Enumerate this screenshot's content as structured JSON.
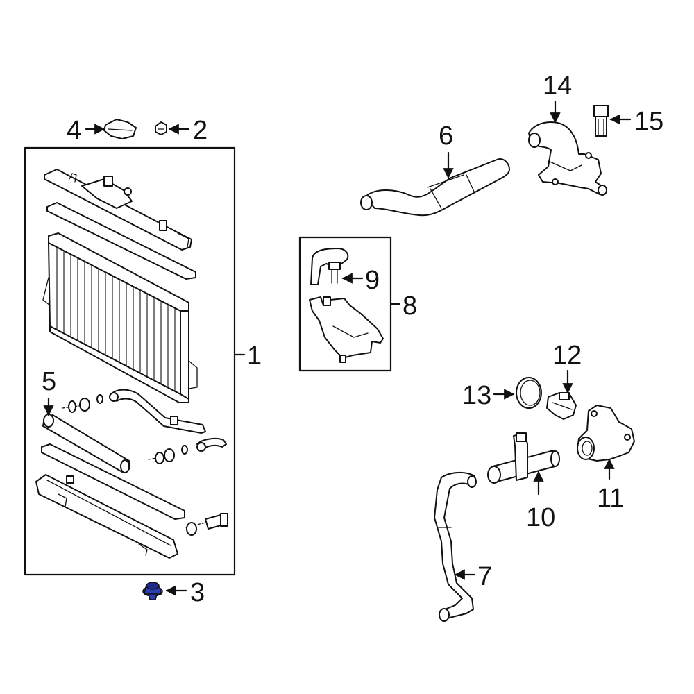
{
  "diagram": {
    "highlight_color": "#2b3fb5",
    "callouts": [
      {
        "id": "1",
        "label": "1"
      },
      {
        "id": "2",
        "label": "2"
      },
      {
        "id": "3",
        "label": "3"
      },
      {
        "id": "4",
        "label": "4"
      },
      {
        "id": "5",
        "label": "5"
      },
      {
        "id": "6",
        "label": "6"
      },
      {
        "id": "7",
        "label": "7"
      },
      {
        "id": "8",
        "label": "8"
      },
      {
        "id": "9",
        "label": "9"
      },
      {
        "id": "10",
        "label": "10"
      },
      {
        "id": "11",
        "label": "11"
      },
      {
        "id": "12",
        "label": "12"
      },
      {
        "id": "13",
        "label": "13"
      },
      {
        "id": "14",
        "label": "14"
      },
      {
        "id": "15",
        "label": "15"
      }
    ],
    "highlighted_part": "3"
  }
}
